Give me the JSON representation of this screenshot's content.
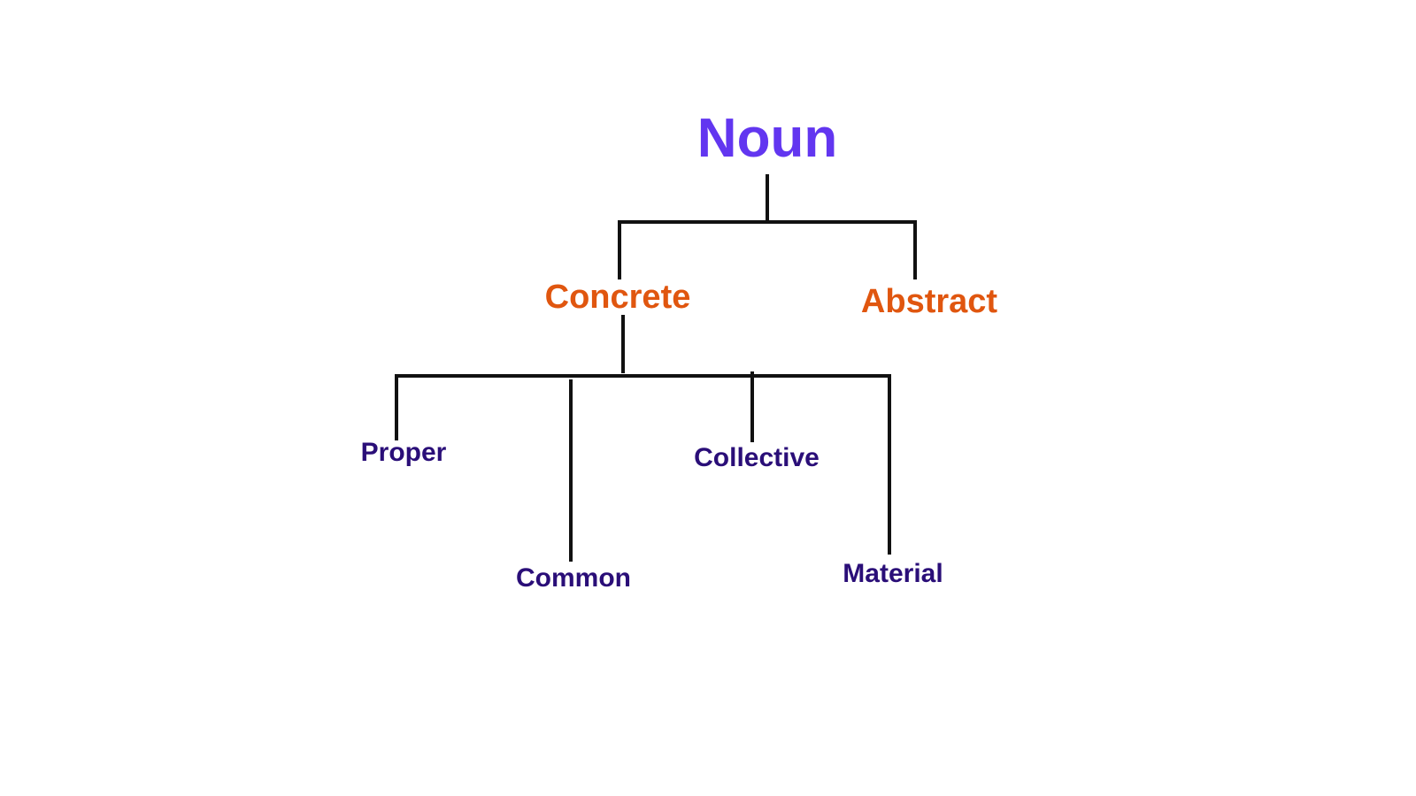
{
  "colors": {
    "root": "#6236f0",
    "level1": "#e0560f",
    "level2": "#2a0e78",
    "connector": "#111111",
    "background": "#ffffff"
  },
  "tree": {
    "root": {
      "label": "Noun"
    },
    "concrete": {
      "label": "Concrete"
    },
    "abstract": {
      "label": "Abstract"
    },
    "proper": {
      "label": "Proper"
    },
    "common": {
      "label": "Common"
    },
    "collective": {
      "label": "Collective"
    },
    "material": {
      "label": "Material"
    }
  }
}
